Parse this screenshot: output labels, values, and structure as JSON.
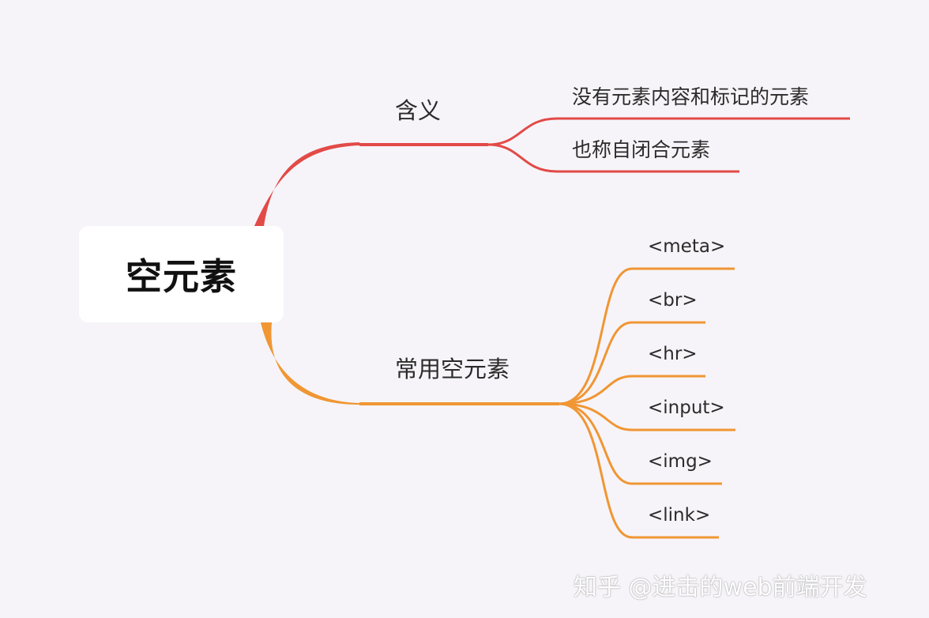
{
  "root": {
    "label": "空元素"
  },
  "branches": [
    {
      "label": "含义",
      "color": "#e24a47",
      "children": [
        "没有元素内容和标记的元素",
        "也称自闭合元素"
      ]
    },
    {
      "label": "常用空元素",
      "color": "#f09633",
      "children": [
        "<meta>",
        "<br>",
        "<hr>",
        "<input>",
        "<img>",
        "<link>"
      ]
    }
  ],
  "watermark": {
    "text": "知乎 @进击的web前端开发"
  }
}
